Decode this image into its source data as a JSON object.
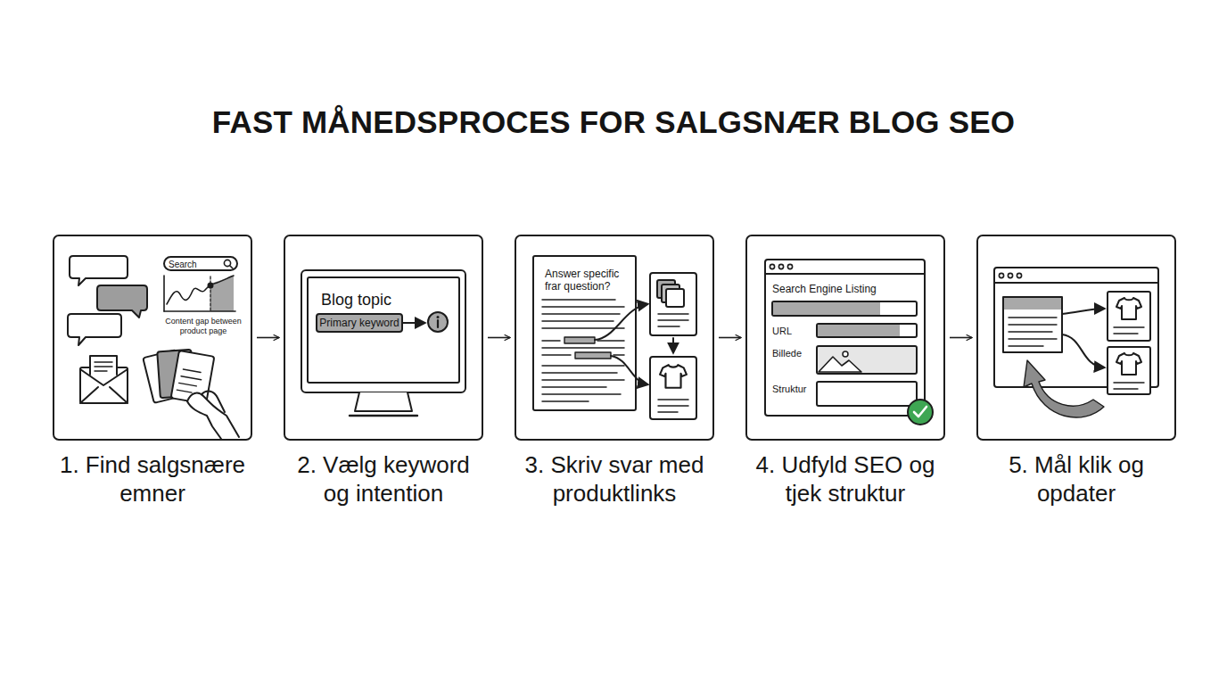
{
  "diagram": {
    "title": "FAST MÅNEDSPROCES FOR SALGSNÆR BLOG SEO",
    "nodes": [
      {
        "text": [
          "1. Find salgsnære emner",
          "Search",
          "Content gap between product page"
        ]
      },
      {
        "text": [
          "2. Vælg keyword og intention",
          "Blog topic",
          "Primary keyword"
        ]
      },
      {
        "text": [
          "3. Skriv svar med produktlinks",
          "Answer specific frar question?"
        ]
      },
      {
        "text": [
          "4. Udfyld SEO og tjek struktur",
          "Search Engine Listing",
          "URL",
          "Billede",
          "Struktur"
        ]
      },
      {
        "text": [
          "5. Mål klik og opdater"
        ]
      }
    ],
    "edges": [
      {
        "from": 0,
        "to": 1,
        "arrow": "to"
      },
      {
        "from": 1,
        "to": 2,
        "arrow": "to"
      },
      {
        "from": 2,
        "to": 3,
        "arrow": "to"
      },
      {
        "from": 3,
        "to": 4,
        "arrow": "to"
      }
    ]
  }
}
